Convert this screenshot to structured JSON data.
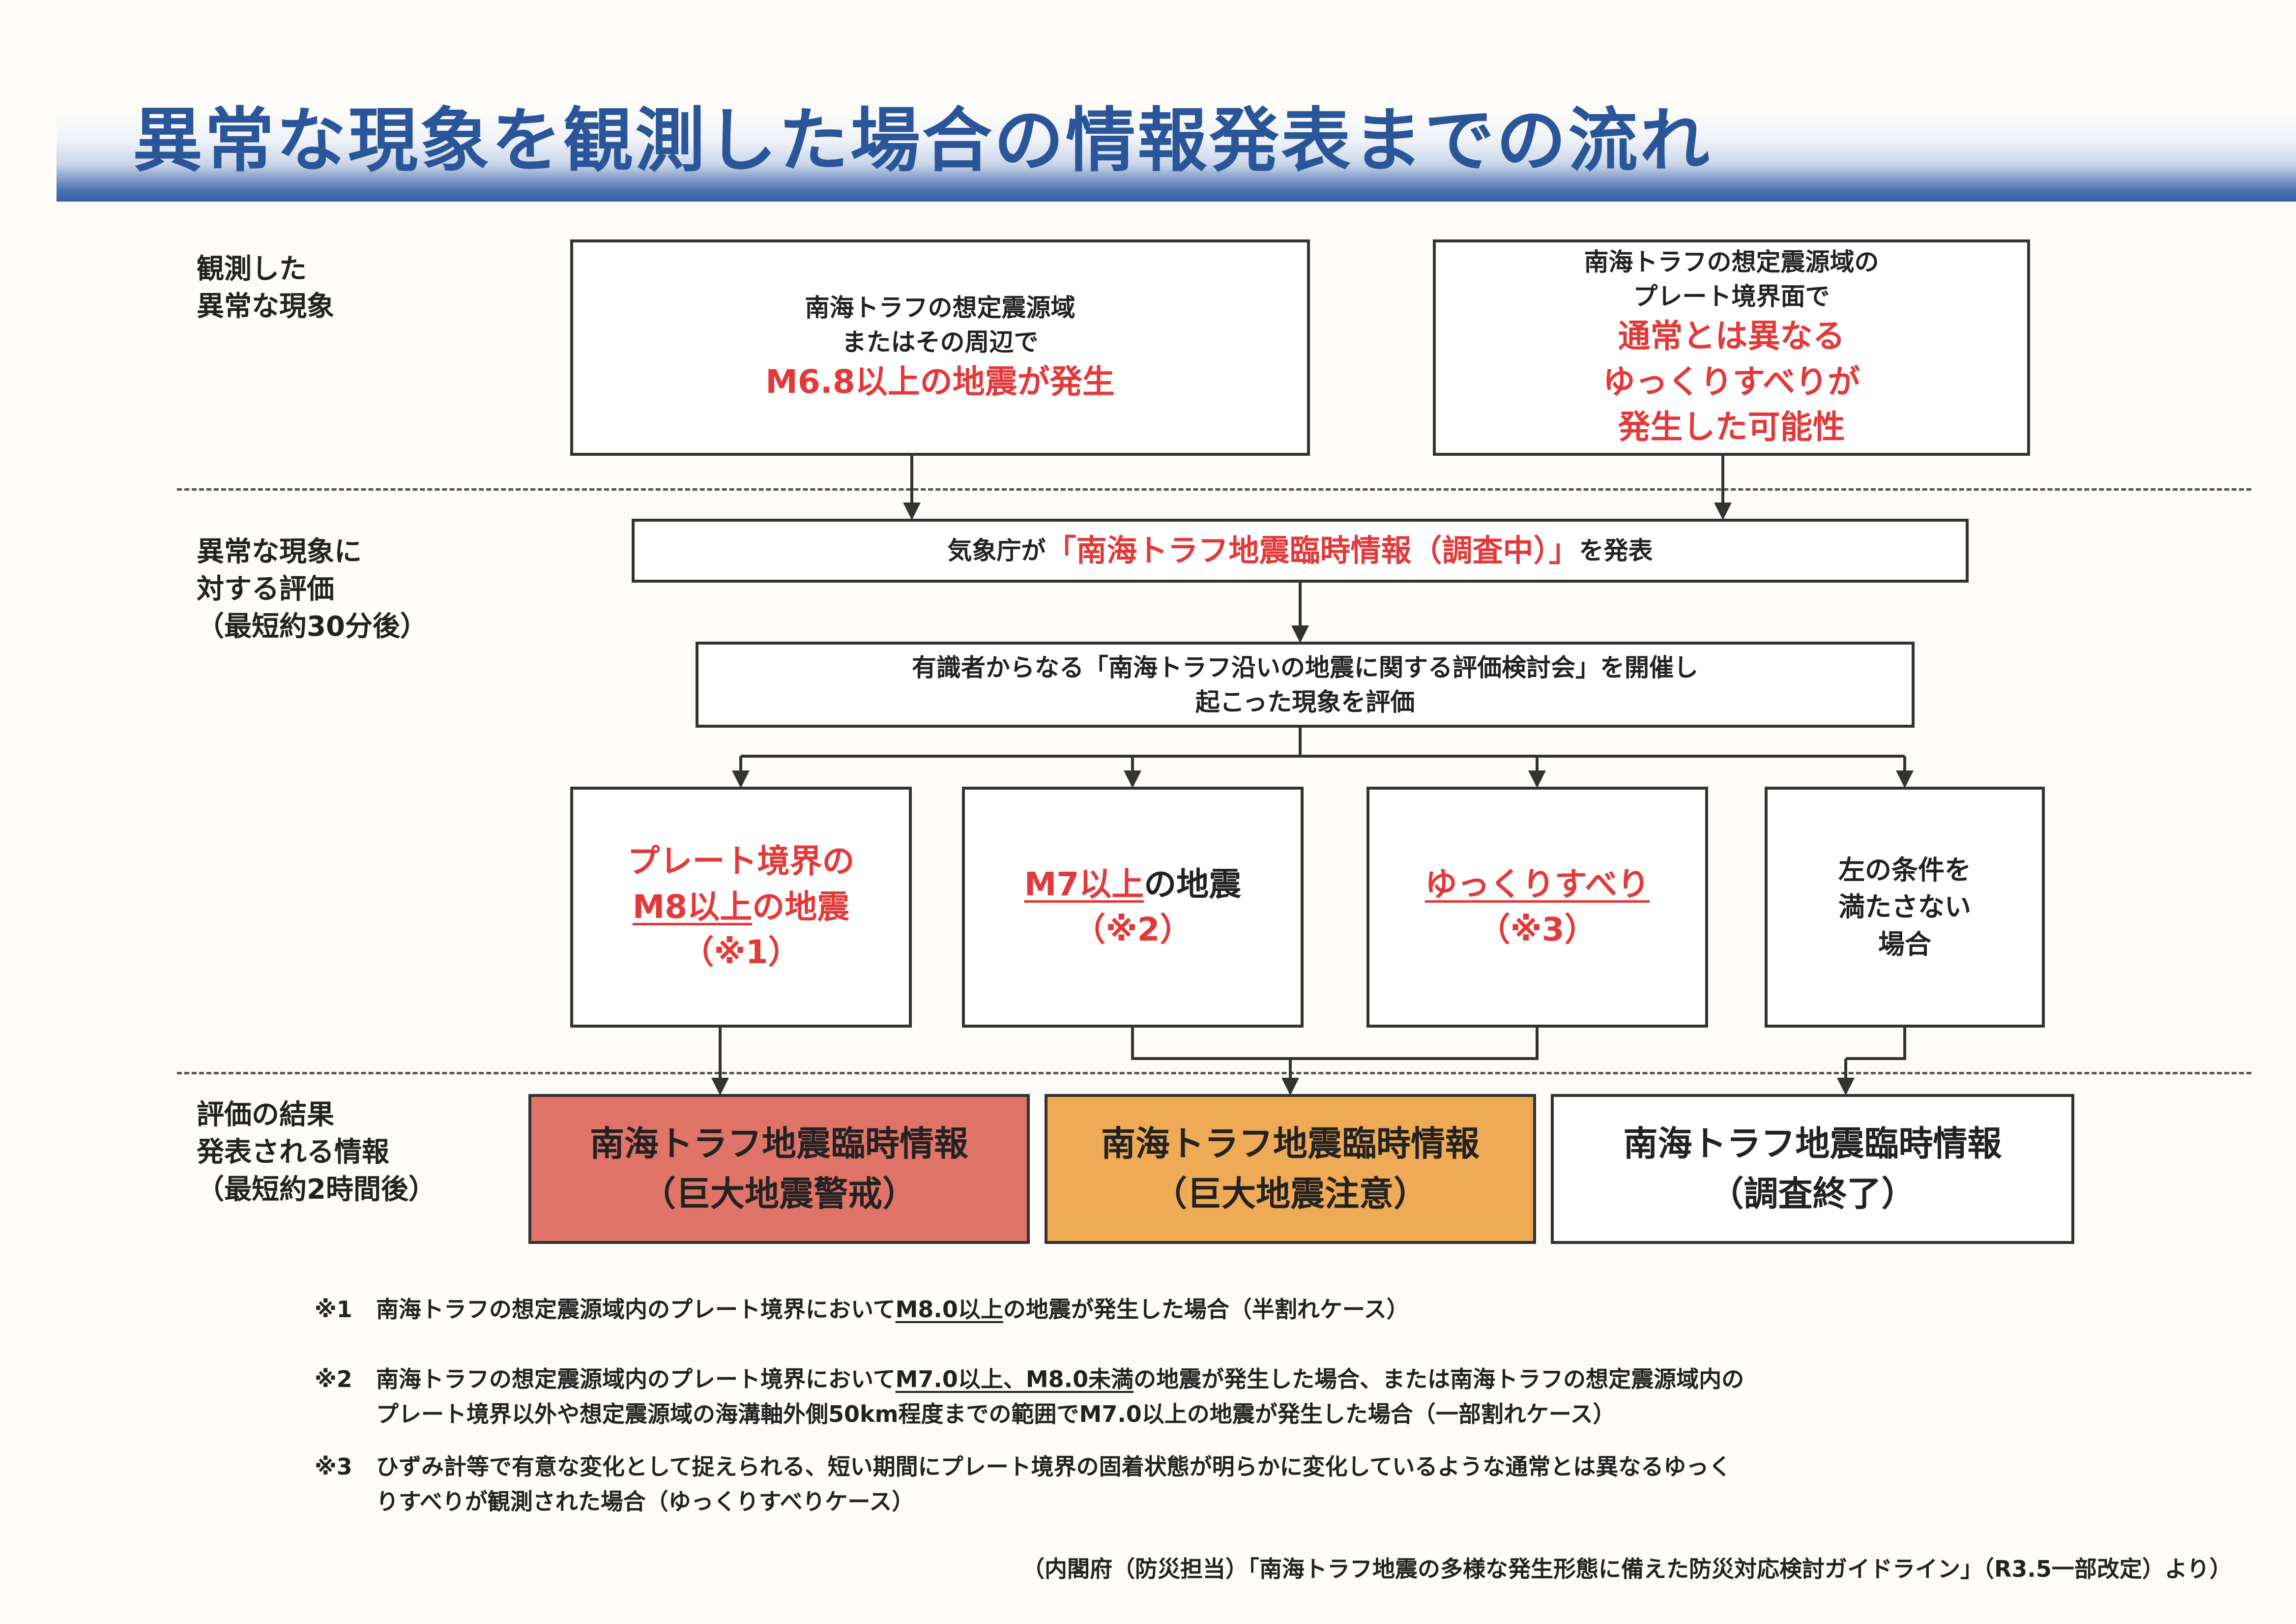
{
  "title": "異常な現象を観測した場合の情報発表までの流れ",
  "stages": {
    "observed": [
      "観測した",
      "異常な現象"
    ],
    "evaluation": [
      "異常な現象に",
      "対する評価",
      "（最短約30分後）"
    ],
    "result": [
      "評価の結果",
      "発表される情報",
      "（最短約2時間後）"
    ]
  },
  "observation": {
    "left": {
      "lines": [
        "南海トラフの想定震源域",
        "またはその周辺で"
      ],
      "highlight": "M6.8以上の地震が発生"
    },
    "right": {
      "lines": [
        "南海トラフの想定震源域の",
        "プレート境界面で"
      ],
      "highlight": [
        "通常とは異なる",
        "ゆっくりすべりが",
        "発生した可能性"
      ]
    }
  },
  "announcement": {
    "prefix": "気象庁が",
    "highlight": "「南海トラフ地震臨時情報（調査中）」",
    "suffix": "を発表"
  },
  "evaluation_meeting": {
    "lines": [
      "有識者からなる「南海トラフ沿いの地震に関する評価検討会」を開催し",
      "起こった現象を評価"
    ]
  },
  "cases": {
    "case1": {
      "l1": "プレート境界の",
      "l2_u": "M8以上",
      "l2": "の地震",
      "note": "（※1）"
    },
    "case2": {
      "l1_u": "M7以上",
      "l1": "の地震",
      "note": "（※2）"
    },
    "case3": {
      "l1_u": "ゆっくりすべり",
      "note": "（※3）"
    },
    "case4": {
      "lines": [
        "左の条件を",
        "満たさない",
        "場合"
      ]
    }
  },
  "results": [
    {
      "line1": "南海トラフ地震臨時情報",
      "line2": "（巨大地震警戒）"
    },
    {
      "line1": "南海トラフ地震臨時情報",
      "line2": "（巨大地震注意）"
    },
    {
      "line1": "南海トラフ地震臨時情報",
      "line2": "（調査終了）"
    }
  ],
  "colors": {
    "warning_fill": "#e07468",
    "caution_fill": "#eeaa55",
    "highlight_text": "#e23a3a",
    "title_text": "#2b5599"
  },
  "notes": {
    "n1": {
      "mark": "※1",
      "a": "南海トラフの想定震源域内のプレート境界において",
      "u": "M8.0以上",
      "b": "の地震が発生した場合（半割れケース）"
    },
    "n2": {
      "mark": "※2",
      "a": "南海トラフの想定震源域内のプレート境界において",
      "u": "M7.0以上、M8.0未満",
      "b": "の地震が発生した場合、または南海トラフの想定震源域内の",
      "cont": "プレート境界以外や想定震源域の海溝軸外側50km程度までの範囲でM7.0以上の地震が発生した場合（一部割れケース）"
    },
    "n3": {
      "mark": "※3",
      "a": "ひずみ計等で有意な変化として捉えられる、短い期間にプレート境界の固着状態が明らかに変化しているような通常とは異なるゆっく",
      "cont": "りすべりが観測された場合（ゆっくりすべりケース）"
    }
  },
  "source": "（内閣府（防災担当）「南海トラフ地震の多様な発生形態に備えた防災対応検討ガイドライン」（R3.5一部改定）より）"
}
